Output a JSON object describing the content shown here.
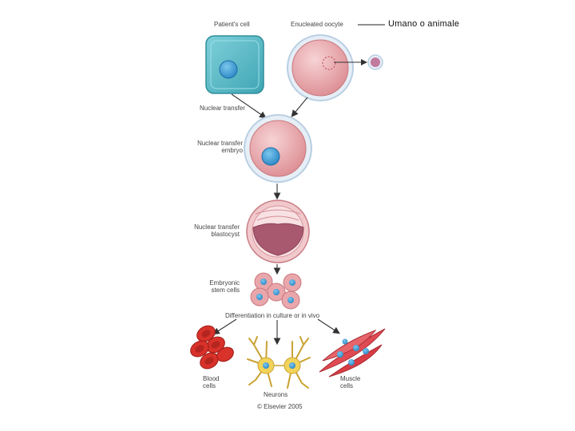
{
  "labels": {
    "patient_cell": "Patient's cell",
    "enucleated_oocyte": "Enucleated oocyte",
    "nuclear_transfer": "Nuclear transfer",
    "nt_embryo_1": "Nuclear transfer",
    "nt_embryo_2": "embryo",
    "nt_blastocyst_1": "Nuclear transfer",
    "nt_blastocyst_2": "blastocyst",
    "es_cells_1": "Embryonic",
    "es_cells_2": "stem cells",
    "differentiation": "Differentiation in culture or in vivo",
    "blood_cells_1": "Blood",
    "blood_cells_2": "cells",
    "neurons": "Neurons",
    "muscle_cells_1": "Muscle",
    "muscle_cells_2": "cells",
    "copyright": "© Elsevier 2005"
  },
  "annotation": "Umano o animale",
  "colors": {
    "patient_cell": "#5bbcc8",
    "oocyte": "#e9a7ab",
    "zona": "#cfe0ee",
    "nucleus": "#3a9fd8",
    "blood": "#d8322a",
    "neuron": "#f2d35a",
    "muscle": "#e04a52"
  }
}
